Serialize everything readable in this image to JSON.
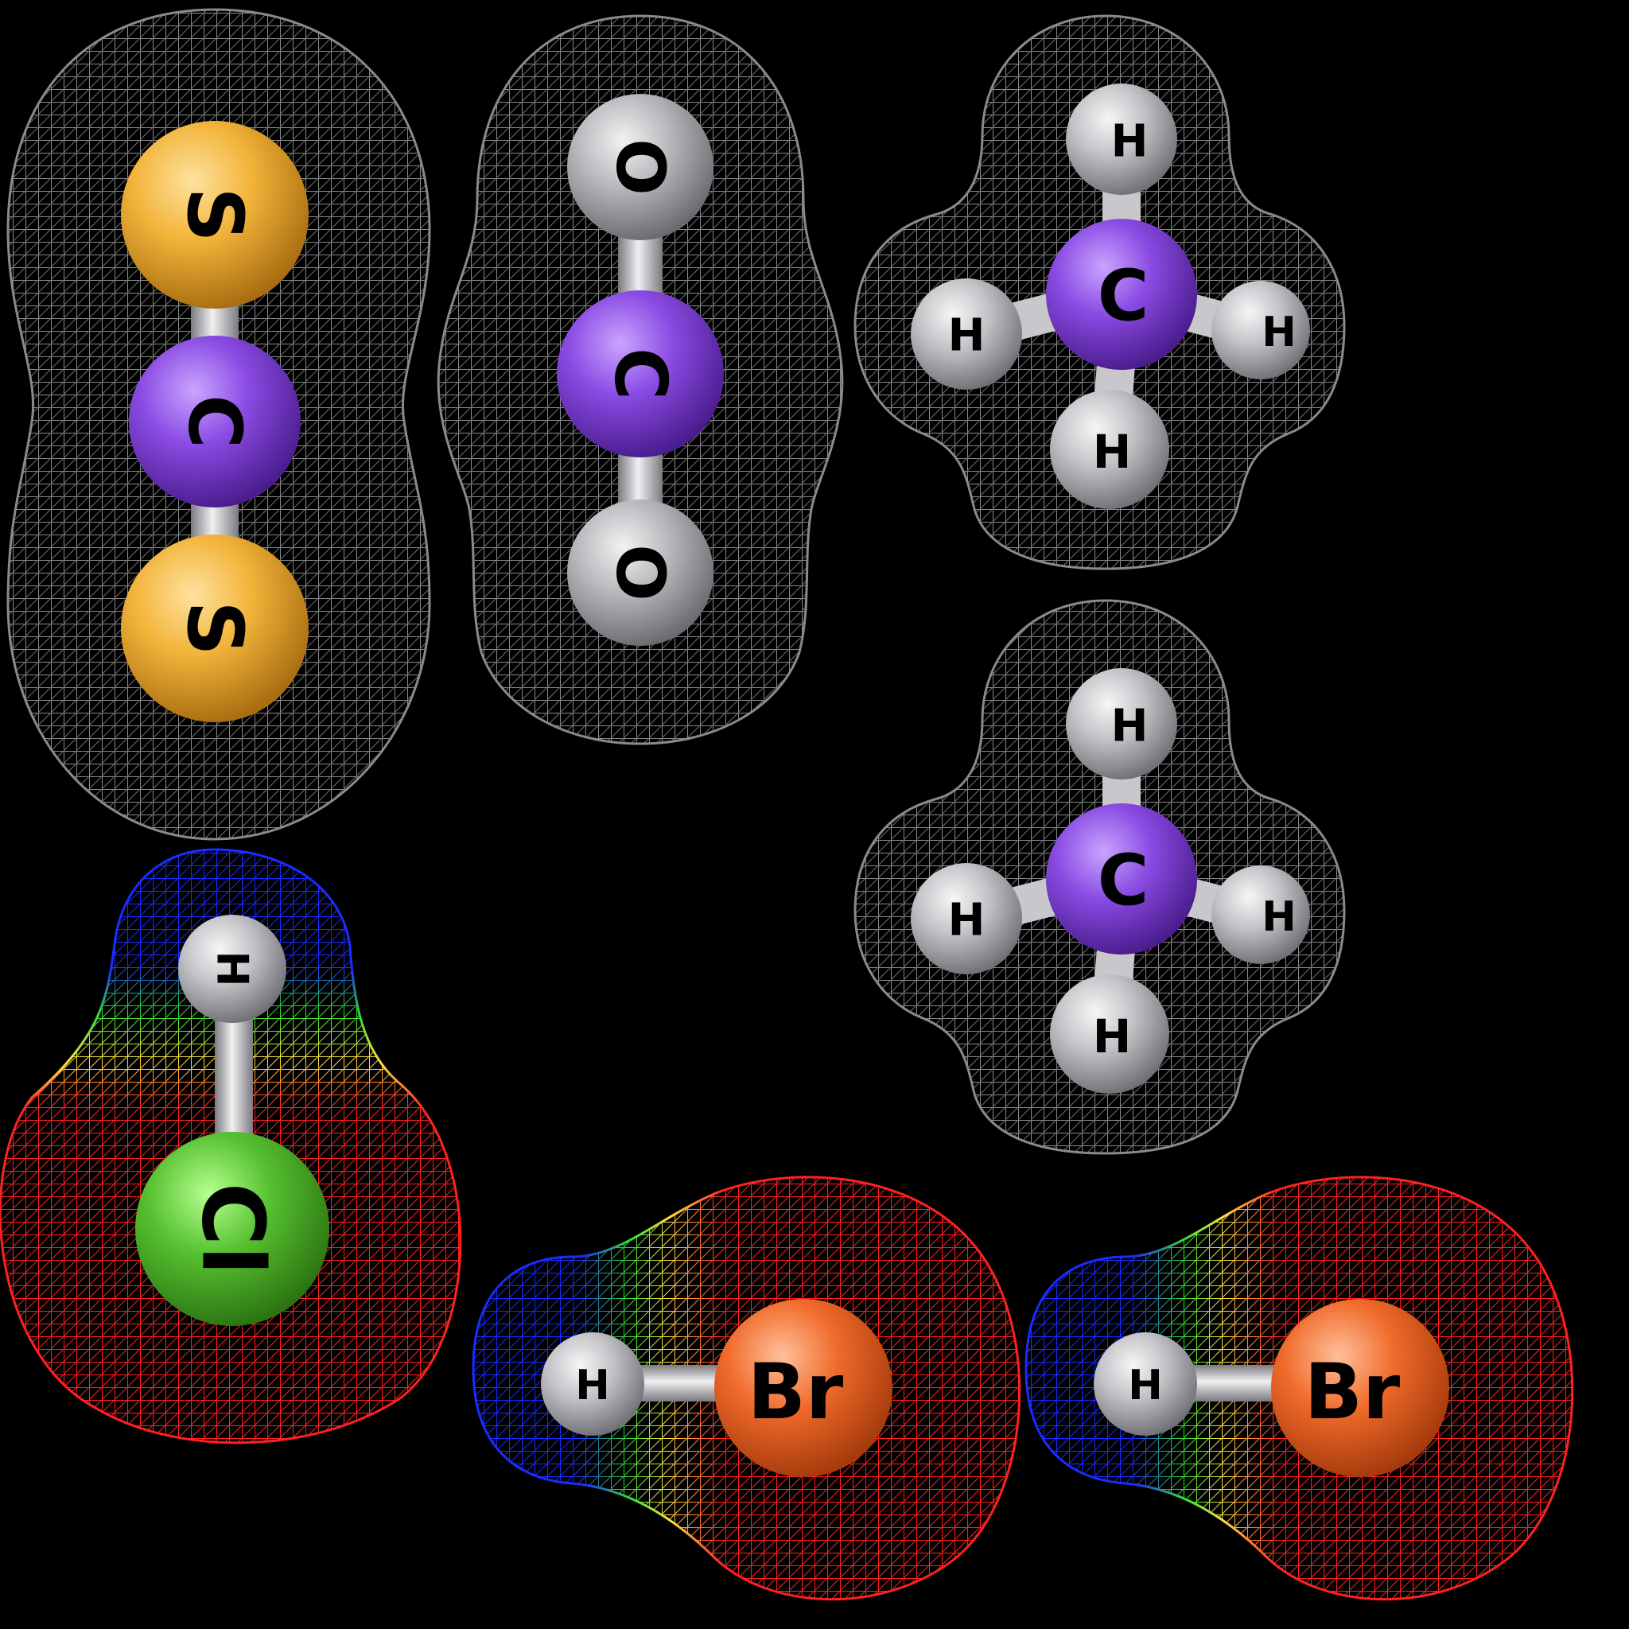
{
  "molecules": [
    {
      "id": "cs2",
      "surface": "gray",
      "atoms": [
        {
          "symbol": "S",
          "element": "sulfur"
        },
        {
          "symbol": "C",
          "element": "carbon"
        },
        {
          "symbol": "S",
          "element": "sulfur"
        }
      ]
    },
    {
      "id": "co2",
      "surface": "gray",
      "atoms": [
        {
          "symbol": "O",
          "element": "oxygen"
        },
        {
          "symbol": "C",
          "element": "carbon"
        },
        {
          "symbol": "O",
          "element": "oxygen"
        }
      ]
    },
    {
      "id": "ch4-top",
      "surface": "gray",
      "atoms": [
        {
          "symbol": "H",
          "element": "hydrogen"
        },
        {
          "symbol": "H",
          "element": "hydrogen"
        },
        {
          "symbol": "H",
          "element": "hydrogen"
        },
        {
          "symbol": "H",
          "element": "hydrogen"
        },
        {
          "symbol": "C",
          "element": "carbon"
        }
      ]
    },
    {
      "id": "ch4-bottom",
      "surface": "gray",
      "atoms": [
        {
          "symbol": "H",
          "element": "hydrogen"
        },
        {
          "symbol": "H",
          "element": "hydrogen"
        },
        {
          "symbol": "H",
          "element": "hydrogen"
        },
        {
          "symbol": "H",
          "element": "hydrogen"
        },
        {
          "symbol": "C",
          "element": "carbon"
        }
      ]
    },
    {
      "id": "hcl",
      "surface": "electrostatic",
      "atoms": [
        {
          "symbol": "H",
          "element": "hydrogen"
        },
        {
          "symbol": "Cl",
          "element": "chlorine"
        }
      ]
    },
    {
      "id": "hbr-left",
      "surface": "electrostatic",
      "atoms": [
        {
          "symbol": "H",
          "element": "hydrogen"
        },
        {
          "symbol": "Br",
          "element": "bromine"
        }
      ]
    },
    {
      "id": "hbr-right",
      "surface": "electrostatic",
      "atoms": [
        {
          "symbol": "H",
          "element": "hydrogen"
        },
        {
          "symbol": "Br",
          "element": "bromine"
        }
      ]
    }
  ],
  "colors": {
    "background": "#000000",
    "mesh": "#8a8a8a",
    "sulfur": "#f2b43a",
    "carbon": "#8a4be3",
    "oxygen": "#b9b9bd",
    "hydrogen": "#c4c4c8",
    "chlorine": "#56c130",
    "bromine": "#f06a2a",
    "bond": "#c8c8cc",
    "potential_negative": "#ff2020",
    "potential_mid": "#ffe040",
    "potential_neutral": "#30e030",
    "potential_positive": "#1a2cff"
  }
}
